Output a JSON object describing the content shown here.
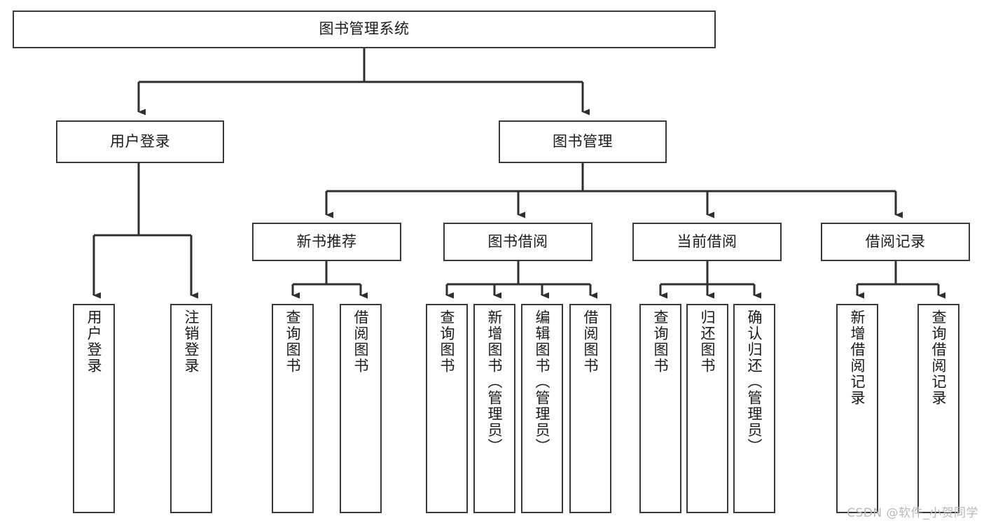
{
  "diagram": {
    "title": "图书管理系统",
    "type": "tree-hierarchy-chart",
    "watermark": "CSDN @软件_小贺同学",
    "colors": {
      "background": "#ffffff",
      "node_border": "#3a3a3a",
      "node_fill": "#ffffff",
      "edge": "#2f2f2f",
      "text": "#1a1a1a",
      "watermark": "#b8b8b8"
    },
    "root": {
      "id": "root",
      "label": "图书管理系统",
      "orientation": "horizontal"
    },
    "level2": [
      {
        "id": "user-login",
        "label": "用户登录",
        "orientation": "horizontal"
      },
      {
        "id": "book-management",
        "label": "图书管理",
        "orientation": "horizontal"
      }
    ],
    "level3": [
      {
        "id": "new-book-recommend",
        "label": "新书推荐",
        "orientation": "horizontal"
      },
      {
        "id": "book-borrow",
        "label": "图书借阅",
        "orientation": "horizontal"
      },
      {
        "id": "current-borrow",
        "label": "当前借阅",
        "orientation": "horizontal"
      },
      {
        "id": "borrow-record",
        "label": "借阅记录",
        "orientation": "horizontal"
      }
    ],
    "leaves": [
      {
        "id": "leaf-user-login",
        "label": "用户登录",
        "parent": "user-login",
        "orientation": "vertical"
      },
      {
        "id": "leaf-user-logout",
        "label": "注销登录",
        "parent": "user-login",
        "orientation": "vertical"
      },
      {
        "id": "leaf-query-book-1",
        "label": "查询图书",
        "parent": "new-book-recommend",
        "orientation": "vertical"
      },
      {
        "id": "leaf-borrow-book-1",
        "label": "借阅图书",
        "parent": "new-book-recommend",
        "orientation": "vertical"
      },
      {
        "id": "leaf-query-book-2",
        "label": "查询图书",
        "parent": "book-borrow",
        "orientation": "vertical"
      },
      {
        "id": "leaf-add-book",
        "label": "新增图书（管理员）",
        "parent": "book-borrow",
        "orientation": "vertical"
      },
      {
        "id": "leaf-edit-book",
        "label": "编辑图书（管理员）",
        "parent": "book-borrow",
        "orientation": "vertical"
      },
      {
        "id": "leaf-borrow-book-2",
        "label": "借阅图书",
        "parent": "book-borrow",
        "orientation": "vertical"
      },
      {
        "id": "leaf-query-book-3",
        "label": "查询图书",
        "parent": "current-borrow",
        "orientation": "vertical"
      },
      {
        "id": "leaf-return-book",
        "label": "归还图书",
        "parent": "current-borrow",
        "orientation": "vertical"
      },
      {
        "id": "leaf-confirm-return",
        "label": "确认归还（管理员）",
        "parent": "current-borrow",
        "orientation": "vertical"
      },
      {
        "id": "leaf-add-record",
        "label": "新增借阅记录",
        "parent": "borrow-record",
        "orientation": "vertical"
      },
      {
        "id": "leaf-query-record",
        "label": "查询借阅记录",
        "parent": "borrow-record",
        "orientation": "vertical"
      }
    ]
  }
}
